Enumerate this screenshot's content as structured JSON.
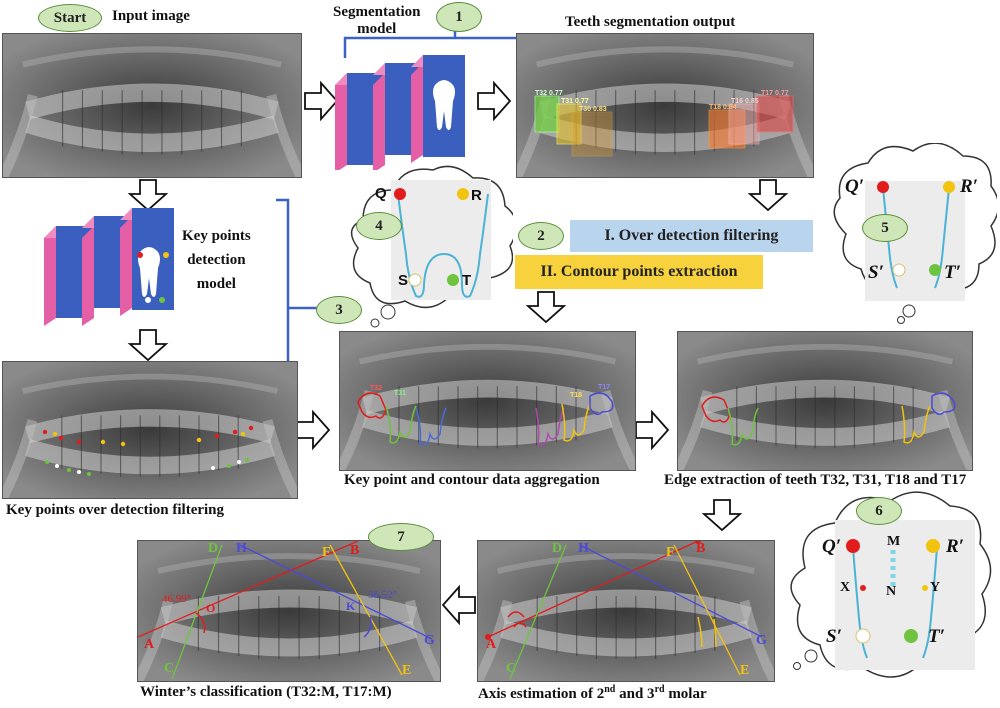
{
  "labels": {
    "start": "Start",
    "input_image": "Input image",
    "segmentation_model": "Segmentation\nmodel",
    "seg_output": "Teeth segmentation output",
    "kp_model": "Key points\ndetection\nmodel",
    "kp_filter": "Key points over detection filtering",
    "aggregation": "Key point and contour data aggregation",
    "edge_extraction": "Edge extraction of teeth T32, T31, T18 and T17",
    "axis_estimation": "Axis estimation of 2",
    "axis_sup1": "nd",
    "axis_mid": " and 3",
    "axis_sup2": "rd",
    "axis_end": " molar",
    "winter": "Winter’s classification (T32:M, T17:M)"
  },
  "steps": [
    "1",
    "2",
    "3",
    "4",
    "5",
    "6",
    "7"
  ],
  "bars": {
    "over_detection": "I. Over detection filtering",
    "contour_points": "II. Contour points extraction"
  },
  "cloud4": {
    "q": "Q",
    "r": "R",
    "s": "S",
    "t": "T"
  },
  "cloud5": {
    "q": "Q′",
    "r": "R′",
    "s": "S′",
    "t": "T′"
  },
  "cloud6": {
    "q": "Q′",
    "r": "R′",
    "s": "S′",
    "t": "T′",
    "m": "M",
    "n": "N",
    "x": "X",
    "y": "Y"
  },
  "seg_boxes": [
    "T32 0.77",
    "T31 0.77",
    "T30 0.83",
    "T18 0.84",
    "T16 0.85",
    "T17 0.77"
  ],
  "agg_tags": [
    "T32",
    "T31",
    "T18",
    "T17"
  ],
  "axis_letters": [
    "A",
    "B",
    "C",
    "D",
    "E",
    "F",
    "G",
    "H"
  ],
  "winter_letters": [
    "A",
    "B",
    "C",
    "D",
    "E",
    "F",
    "G",
    "H",
    "O",
    "K"
  ],
  "angles": {
    "left": "46.99°",
    "right": "36.52°"
  },
  "colors": {
    "oval_fill": "#cfe7b8",
    "bar_blue": "#b9d5ee",
    "bar_yellow": "#f7d23c",
    "model_blue": "#3b5fbf",
    "model_pink": "#e45fa6",
    "bracket": "#3b62c4"
  }
}
